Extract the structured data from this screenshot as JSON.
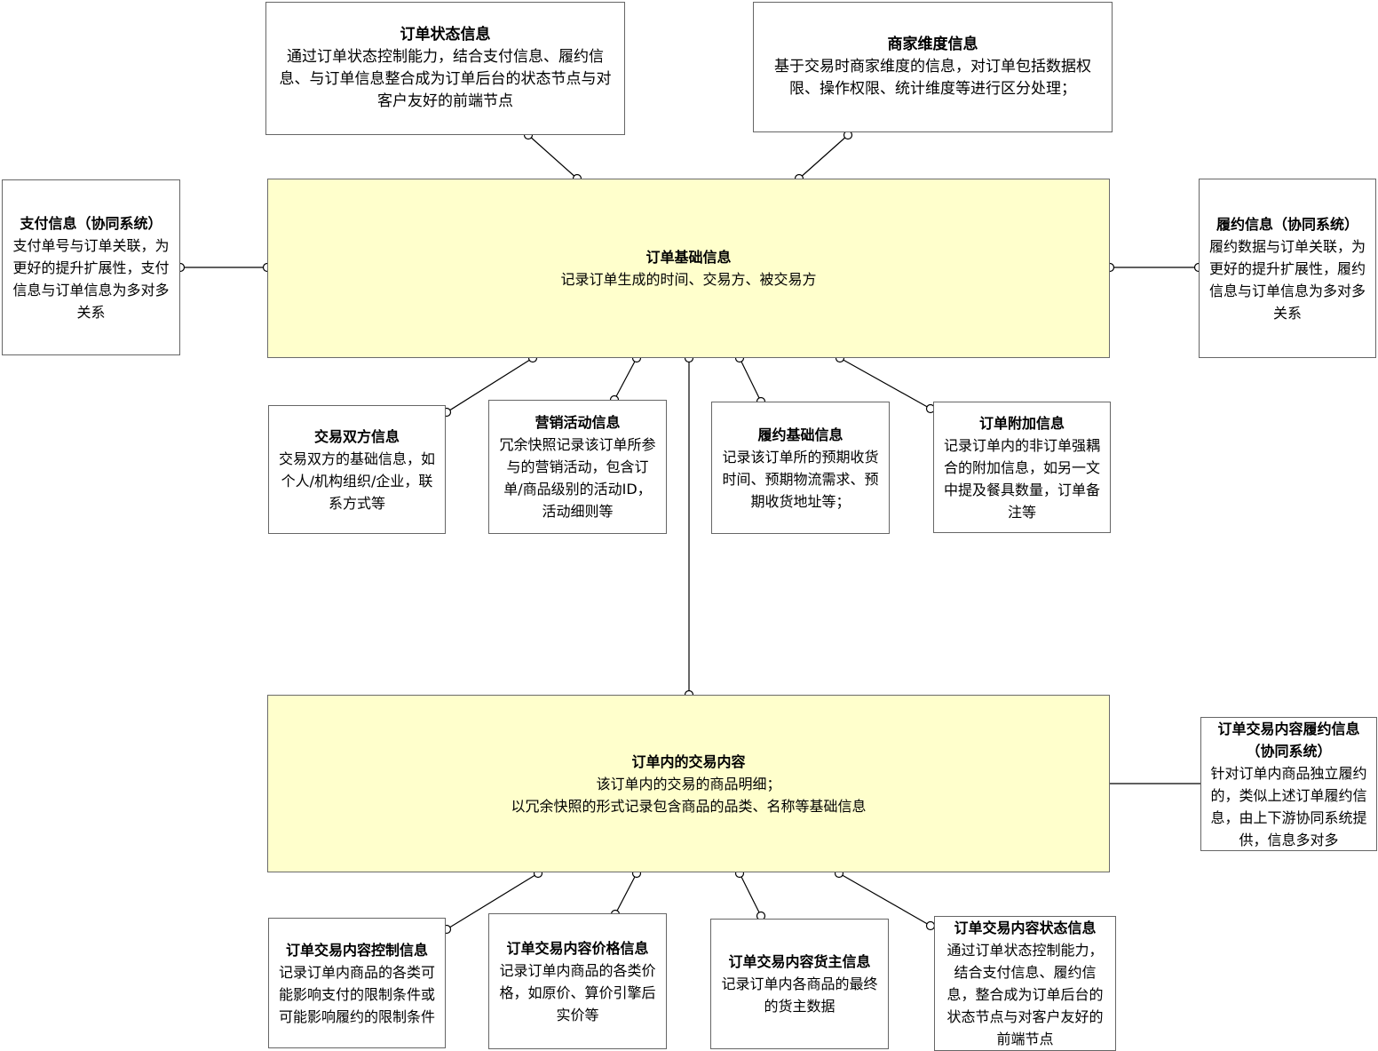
{
  "diagram": {
    "colors": {
      "primary_fill": "#FFFFCC",
      "node_fill": "#FFFFFF",
      "node_border": "#666666",
      "connector": "#000000"
    },
    "nodes": {
      "order_status": {
        "title": "订单状态信息",
        "body": "通过订单状态控制能力，结合支付信息、履约信息、与订单信息整合成为订单后台的状态节点与对客户友好的前端节点"
      },
      "merchant_dim": {
        "title": "商家维度信息",
        "body": "基于交易时商家维度的信息，对订单包括数据权限、操作权限、统计维度等进行区分处理；"
      },
      "order_base": {
        "title": "订单基础信息",
        "body": "记录订单生成的时间、交易方、被交易方"
      },
      "payment": {
        "title": "支付信息（协同系统）",
        "body": "支付单号与订单关联，为更好的提升扩展性，支付信息与订单信息为多对多关系"
      },
      "fulfillment": {
        "title": "履约信息（协同系统）",
        "body": "履约数据与订单关联，为更好的提升扩展性，履约信息与订单信息为多对多关系"
      },
      "parties": {
        "title": "交易双方信息",
        "body": "交易双方的基础信息，如个人/机构组织/企业，联系方式等"
      },
      "marketing": {
        "title": "营销活动信息",
        "body": "冗余快照记录该订单所参与的营销活动，包含订单/商品级别的活动ID，活动细则等"
      },
      "fulfill_base": {
        "title": "履约基础信息",
        "body": "记录该订单所的预期收货时间、预期物流需求、预期收货地址等；"
      },
      "order_extra": {
        "title": "订单附加信息",
        "body": "记录订单内的非订单强耦合的附加信息，如另一文中提及餐具数量，订单备注等"
      },
      "order_content": {
        "title": "订单内的交易内容",
        "body": "该订单内的交易的商品明细；\n以冗余快照的形式记录包含商品的品类、名称等基础信息"
      },
      "content_fulfill": {
        "title": "订单交易内容履约信息\n（协同系统）",
        "body": "针对订单内商品独立履约的，类似上述订单履约信息，由上下游协同系统提供，信息多对多"
      },
      "content_control": {
        "title": "订单交易内容控制信息",
        "body": "记录订单内商品的各类可能影响支付的限制条件或可能影响履约的限制条件"
      },
      "content_price": {
        "title": "订单交易内容价格信息",
        "body": "记录订单内商品的各类价格，如原价、算价引擎后实价等"
      },
      "content_owner": {
        "title": "订单交易内容货主信息",
        "body": "记录订单内各商品的最终的货主数据"
      },
      "content_status": {
        "title": "订单交易内容状态信息",
        "body": "通过订单状态控制能力，结合支付信息、履约信息，整合成为订单后台的状态节点与对客户友好的前端节点"
      }
    }
  }
}
